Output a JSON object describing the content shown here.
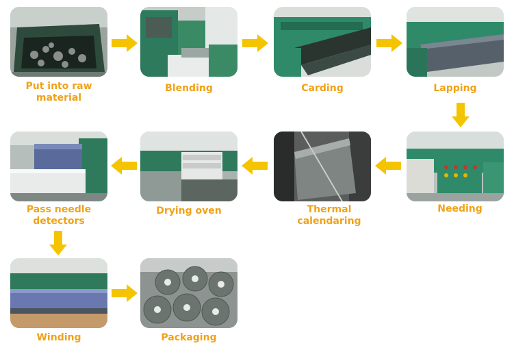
{
  "accent_color": "#f5c400",
  "label_color": "#f0a218",
  "steps": [
    {
      "label": "Put into raw\nmaterial"
    },
    {
      "label": "Blending"
    },
    {
      "label": "Carding"
    },
    {
      "label": "Lapping"
    },
    {
      "label": "Needing"
    },
    {
      "label": "Thermal\ncalendaring"
    },
    {
      "label": "Drying oven"
    },
    {
      "label": "Pass needle\ndetectors"
    },
    {
      "label": "Winding"
    },
    {
      "label": "Packaging"
    }
  ]
}
